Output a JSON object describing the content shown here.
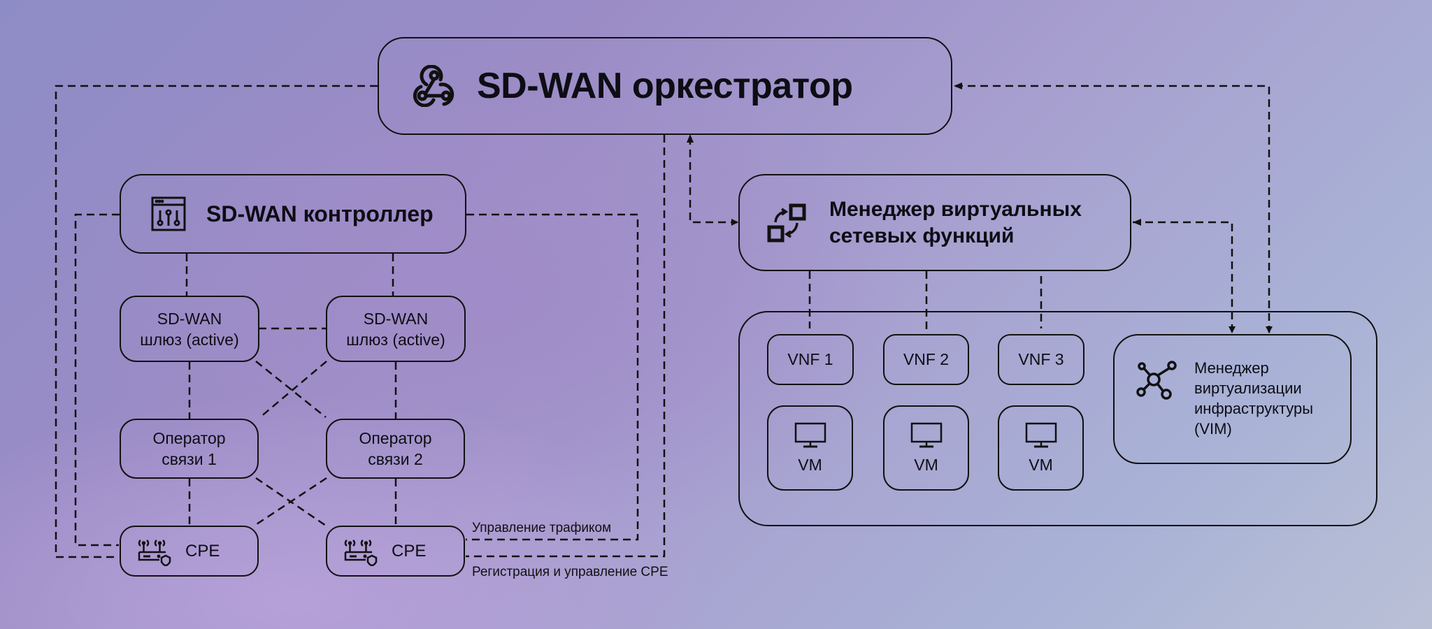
{
  "diagram": {
    "orchestrator": {
      "title": "SD-WAN оркестратор",
      "icon": "webhook-icon"
    },
    "controller": {
      "title": "SD-WAN контроллер",
      "icon": "control-panel-sliders-icon"
    },
    "vnf_manager": {
      "title_line1": "Менеджер виртуальных",
      "title_line2": "сетевых функций",
      "icon": "swap-squares-icon"
    },
    "gateways": [
      {
        "line1": "SD-WAN",
        "line2": "шлюз (active)"
      },
      {
        "line1": "SD-WAN",
        "line2": "шлюз (active)"
      }
    ],
    "operators": [
      {
        "line1": "Оператор",
        "line2": "связи 1"
      },
      {
        "line1": "Оператор",
        "line2": "связи 2"
      }
    ],
    "cpes": [
      {
        "label": "CPE",
        "icon": "router-shield-icon"
      },
      {
        "label": "CPE",
        "icon": "router-shield-icon"
      }
    ],
    "vnfs": [
      "VNF 1",
      "VNF 2",
      "VNF 3"
    ],
    "vms": [
      {
        "label": "VM",
        "icon": "monitor-icon"
      },
      {
        "label": "VM",
        "icon": "monitor-icon"
      },
      {
        "label": "VM",
        "icon": "monitor-icon"
      }
    ],
    "vim": {
      "lines": [
        "Менеджер",
        "виртуализации",
        "инфраструктуры",
        "(VIM)"
      ],
      "icon": "network-hub-icon"
    },
    "edge_labels": {
      "traffic": "Управление трафиком",
      "registration": "Регистрация и управление CPE"
    }
  }
}
